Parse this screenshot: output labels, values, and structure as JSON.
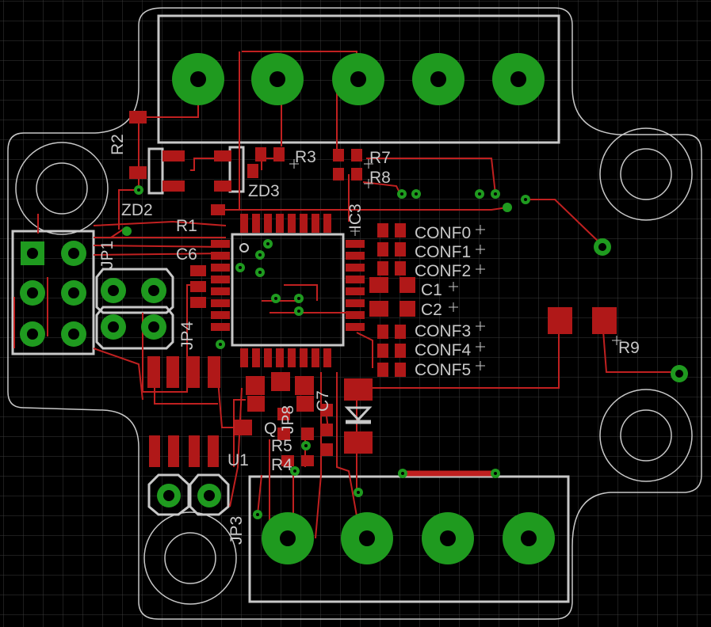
{
  "colors": {
    "background": "#000000",
    "grid": "#3a3a3a",
    "silkscreen": "#c8c8c8",
    "copper_top": "#b01818",
    "trace": "#c02020",
    "pad_via": "#1f9a1f",
    "drill": "#000000"
  },
  "components": {
    "R1": "R1",
    "R2": "R2",
    "R3": "R3",
    "R4": "R4",
    "R5": "R5",
    "R7": "R7",
    "R8": "R8",
    "R9": "R9",
    "C1": "C1",
    "C2": "C2",
    "C6": "C6",
    "C7": "C7",
    "ZD2": "ZD2",
    "ZD3": "ZD3",
    "IC3": "IC3",
    "U1": "U1",
    "Q": "Q",
    "JP1": "JP1",
    "JP3": "JP3",
    "JP4": "JP4",
    "JP8": "JP8"
  },
  "config_labels": [
    "CONF0",
    "CONF1",
    "CONF2",
    "CONF3",
    "CONF4",
    "CONF5"
  ],
  "connectors": {
    "top_terminal_pins": 5,
    "bottom_terminal_pins": 4
  },
  "icons": {
    "mounting_hole": "mounting-hole-icon",
    "via": "via-icon",
    "diode": "diode-symbol-icon"
  }
}
